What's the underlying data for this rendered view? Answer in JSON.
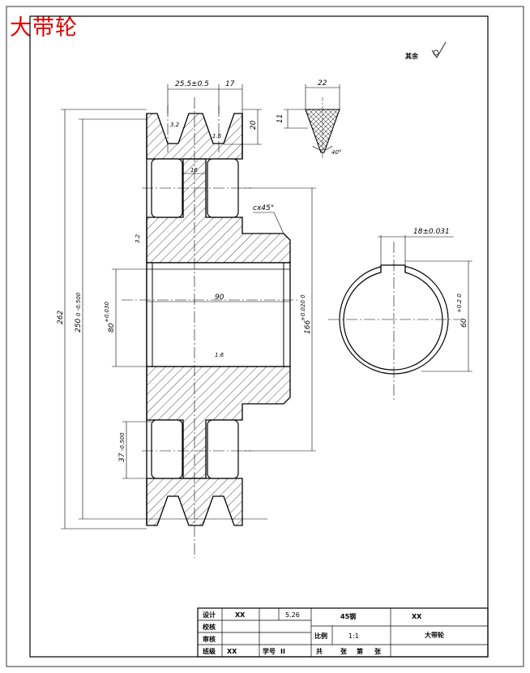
{
  "drawing": {
    "title": "大带轮",
    "surface_note": "其余",
    "dims": {
      "groove_pitch": "25.5±0.5",
      "groove_offset": "17",
      "section_width": "22",
      "section_height": "11",
      "groove_depth": "20",
      "groove_angle": "40°",
      "outer_dia": "262",
      "pitch_dia": "250",
      "pitch_tol": "0 -0.500",
      "bore_dia": "80",
      "bore_tol": "+0.030",
      "hub_dia": "166",
      "hub_tol": "+0.020 0",
      "chamfer": "cx45°",
      "hub_length": "90",
      "web_width": "16",
      "hole_dia": "37",
      "hole_tol": "-0.500",
      "key_width": "18±0.031",
      "key_depth": "60",
      "key_tol": "+0.2 0",
      "rough_1": "3.2",
      "rough_2": "1.6",
      "rough_3": "3.2",
      "rough_4": "1.6"
    }
  },
  "title_block": {
    "design_label": "设计",
    "design_name": "XX",
    "design_date": "5.26",
    "material": "45钢",
    "org": "XX",
    "check_label": "校核",
    "review_label": "审核",
    "scale_label": "比例",
    "scale_value": "1:1",
    "part_name": "大带轮",
    "class_label": "班级",
    "class_value": "XX",
    "student_label": "学号",
    "student_value": "II",
    "sheet_total": "共",
    "sheet_unit": "张",
    "sheet_no": "第",
    "sheet_unit2": "张"
  }
}
